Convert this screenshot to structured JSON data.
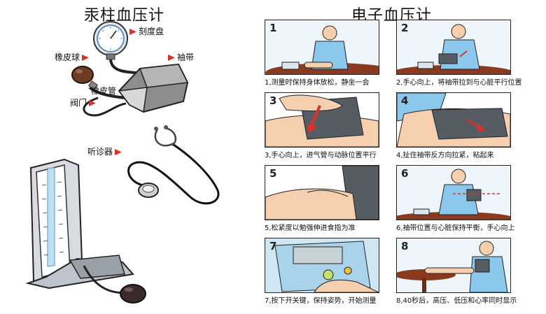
{
  "left": {
    "title": "汞柱血压计",
    "labels": {
      "dial": "刻度盘",
      "bulb": "橡皮球",
      "cuff": "袖带",
      "tube": "橡皮管",
      "valve": "阀门",
      "stethoscope": "听诊器"
    }
  },
  "right": {
    "title": "电子血压计",
    "steps": [
      {
        "num": "1",
        "caption": "1,测量时保持身体放松，静坐一会"
      },
      {
        "num": "2",
        "caption": "2,手心向上，将袖带拉到与心脏平行位置"
      },
      {
        "num": "3",
        "caption": "3,手心向上，进气管与动脉位置平行"
      },
      {
        "num": "4",
        "caption": "4,扯住袖带反方向拉紧，粘起来"
      },
      {
        "num": "5",
        "caption": "5,松紧度以勉强伸进食指为准"
      },
      {
        "num": "6",
        "caption": "6,袖带位置与心脏保持平衡，手心向上"
      },
      {
        "num": "7",
        "caption": "7,按下开关键，保持姿势，开始测量"
      },
      {
        "num": "8",
        "caption": "8,40秒后，高压、低压和心率同时显示"
      }
    ]
  },
  "colors": {
    "marker": "#d9322a",
    "shirt": "#8cc8ec",
    "skin": "#f5cfae",
    "cuff": "#555c63",
    "table": "#8a3b1f",
    "mercury": "#bfe0f2"
  }
}
